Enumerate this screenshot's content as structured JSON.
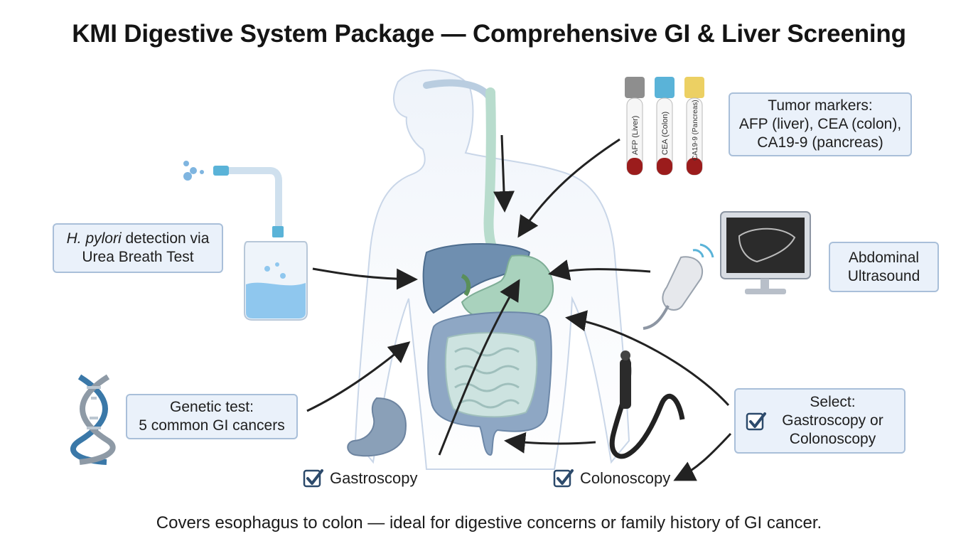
{
  "title": "KMI Digestive System Package — Comprehensive GI & Liver Screening",
  "tube_labels": [
    "AFP (Liver)",
    "CEA (Colon)",
    "CA19-9 (Pancreas)"
  ],
  "callouts": {
    "tumor_markers": [
      "Tumor markers:",
      "AFP (liver), CEA (colon),",
      "CA19-9 (pancreas)"
    ],
    "hpylori": {
      "italic": "H. pylori",
      "rest": " detection via",
      "line2": "Urea Breath Test"
    },
    "ultrasound": [
      "Abdominal",
      "Ultrasound"
    ],
    "genetic": [
      "Genetic test:",
      "5 common GI cancers"
    ],
    "select": [
      "Select:",
      "Gastroscopy or",
      "Colonoscopy"
    ]
  },
  "checks": {
    "gastroscopy": "Gastroscopy",
    "colonoscopy": "Colonoscopy"
  },
  "footer": "Covers esophagus to colon — ideal for digestive concerns or family history of GI cancer.",
  "colors": {
    "body": "#e6eef8",
    "liver": "#6f8fb0",
    "stomach": "#a9d2bd",
    "intestine": "#cde3e0",
    "colon": "#8ea7c4",
    "box_fill": "#eaf1fa",
    "box_border": "#a9bfd9",
    "check": "#2c4a6b"
  }
}
